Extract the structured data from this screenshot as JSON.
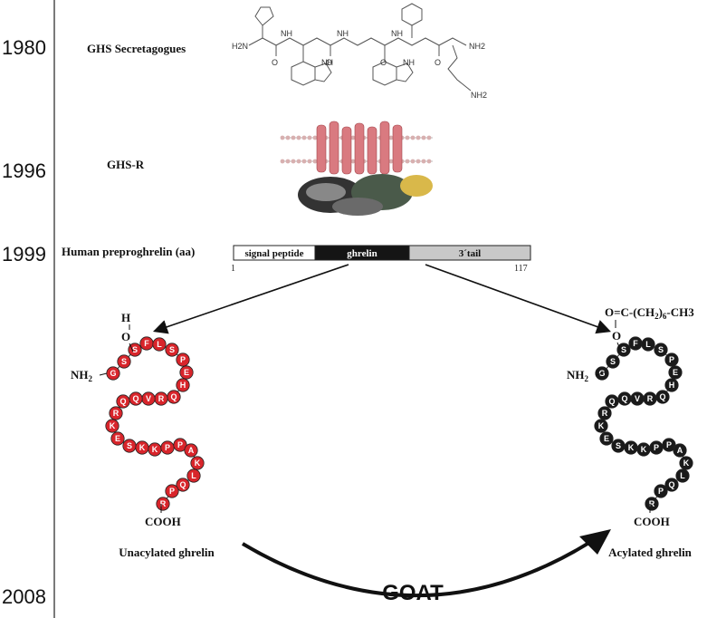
{
  "timeline": {
    "years": [
      "1980",
      "1996",
      "1999",
      "2008"
    ]
  },
  "labels": {
    "ghs_secretagogues": "GHS Secretagogues",
    "ghs_r": "GHS-R",
    "preproghrelin": "Human preproghrelin (aa)",
    "unacylated": "Unacylated ghrelin",
    "acylated": "Acylated ghrelin",
    "goat": "GOAT"
  },
  "preproghrelin_bar": {
    "segments": [
      "signal peptide",
      "ghrelin",
      "3´tail"
    ],
    "start": "1",
    "end": "117"
  },
  "molecule": {
    "groups": [
      "NH",
      "NH",
      "NH",
      "NH",
      "NH",
      "O",
      "O",
      "O",
      "O",
      "NH2",
      "NH2",
      "H2N",
      "O",
      "O"
    ]
  },
  "peptide": {
    "nterm": "NH",
    "nterm_sub": "2",
    "cterm": "COOH",
    "hydroxyl_h": "H",
    "hydroxyl_o": "O",
    "acyl_o": "O",
    "acyl_chain_a": "O=C-(CH",
    "acyl_chain_sub": "2",
    "acyl_chain_b": ")",
    "acyl_chain_sub2": "6",
    "acyl_chain_c": "-CH3",
    "sequence": [
      "G",
      "S",
      "S",
      "F",
      "L",
      "S",
      "P",
      "E",
      "H",
      "Q",
      "R",
      "V",
      "Q",
      "Q",
      "R",
      "K",
      "E",
      "S",
      "K",
      "K",
      "P",
      "P",
      "A",
      "K",
      "L",
      "Q",
      "P",
      "R"
    ]
  },
  "colors": {
    "unacylated": "#d8252b",
    "acylated": "#1a1a1a",
    "ghrelin_segment": "#151515",
    "tail_segment": "#c8c8c8"
  }
}
